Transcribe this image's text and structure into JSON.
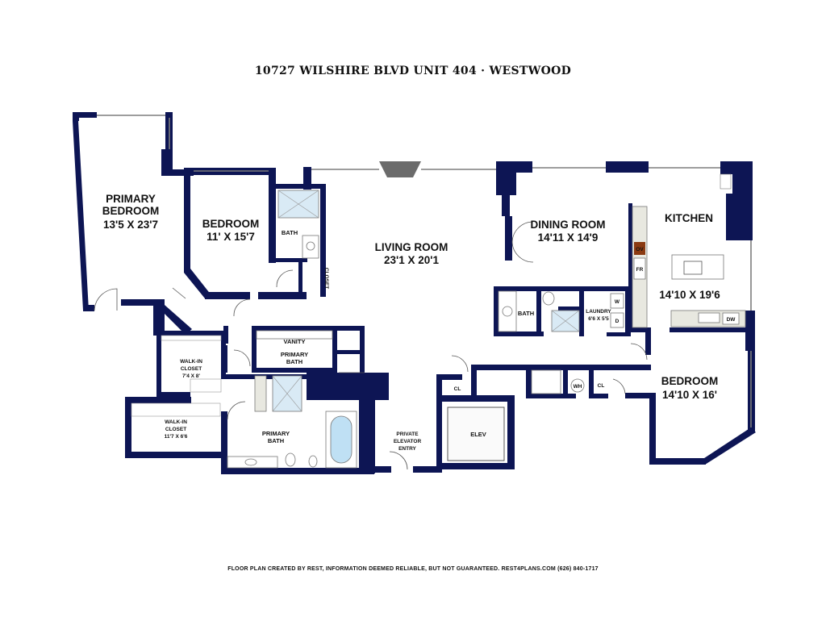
{
  "header": {
    "title": "10727 WILSHIRE BLVD UNIT 404   ·   WESTWOOD"
  },
  "footer": {
    "text": "FLOOR PLAN CREATED BY REST, INFORMATION DEEMED RELIABLE, BUT NOT GUARANTEED. REST4PLANS.COM (626) 840-1717"
  },
  "colors": {
    "wall": "#0d1554",
    "background": "#ffffff",
    "fixture_stroke": "#777777",
    "tile": "#d9eaf5",
    "tub": "#bfe0f4",
    "oven": "#8b3a12"
  },
  "rooms": {
    "primary_bedroom": {
      "name": "PRIMARY",
      "name2": "BEDROOM",
      "dims": "13'5 X 23'7"
    },
    "bedroom_1": {
      "name": "BEDROOM",
      "dims": "11' X 15'7"
    },
    "living_room": {
      "name": "LIVING ROOM",
      "dims": "23'1 X 20'1"
    },
    "dining_room": {
      "name": "DINING ROOM",
      "dims": "14'11 X 14'9"
    },
    "kitchen": {
      "name": "KITCHEN",
      "dims": "14'10 X 19'6"
    },
    "bedroom_2": {
      "name": "BEDROOM",
      "dims": "14'10 X 16'"
    },
    "walk_in_closet_1": {
      "name": "WALK-IN",
      "name2": "CLOSET",
      "dims": "7'4 X 8'"
    },
    "walk_in_closet_2": {
      "name": "WALK-IN",
      "name2": "CLOSET",
      "dims": "11'7 X 6'6"
    },
    "laundry": {
      "name": "LAUNDRY",
      "dims": "6'6 X 5'5"
    },
    "primary_bath_upper": {
      "name": "PRIMARY",
      "name2": "BATH"
    },
    "primary_bath_lower": {
      "name": "PRIMARY",
      "name2": "BATH"
    },
    "vanity": {
      "name": "VANITY"
    },
    "bath_1": {
      "name": "BATH"
    },
    "bath_2": {
      "name": "BATH"
    },
    "closet": {
      "name": "CLOSET"
    },
    "elevator": {
      "name": "ELEV"
    },
    "private_entry": {
      "name": "PRIVATE",
      "name2": "ELEVATOR",
      "name3": "ENTRY"
    },
    "cl_1": {
      "name": "CL"
    },
    "cl_2": {
      "name": "CL"
    }
  },
  "fixtures": {
    "oven": "OV",
    "fridge": "FR",
    "dishwasher": "DW",
    "water_heater": "WH",
    "washer": "W",
    "dryer": "D"
  }
}
